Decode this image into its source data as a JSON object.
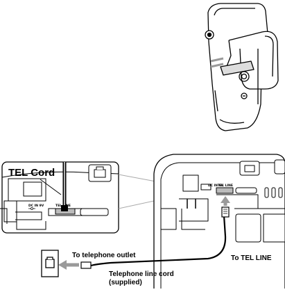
{
  "labels": {
    "tel_cord": "TEL Cord",
    "to_outlet": "To telephone outlet",
    "to_tel_line": "To TEL LINE",
    "line_cord_1": "Telephone line cord",
    "line_cord_2": "(supplied)"
  },
  "jack_labels": {
    "dc_in": "DC IN 9V",
    "tel_line": "TEL LINE"
  },
  "colors": {
    "arrow": "#9a9a9a",
    "line": "#000000",
    "cord_gray": "#b5b5b5"
  }
}
